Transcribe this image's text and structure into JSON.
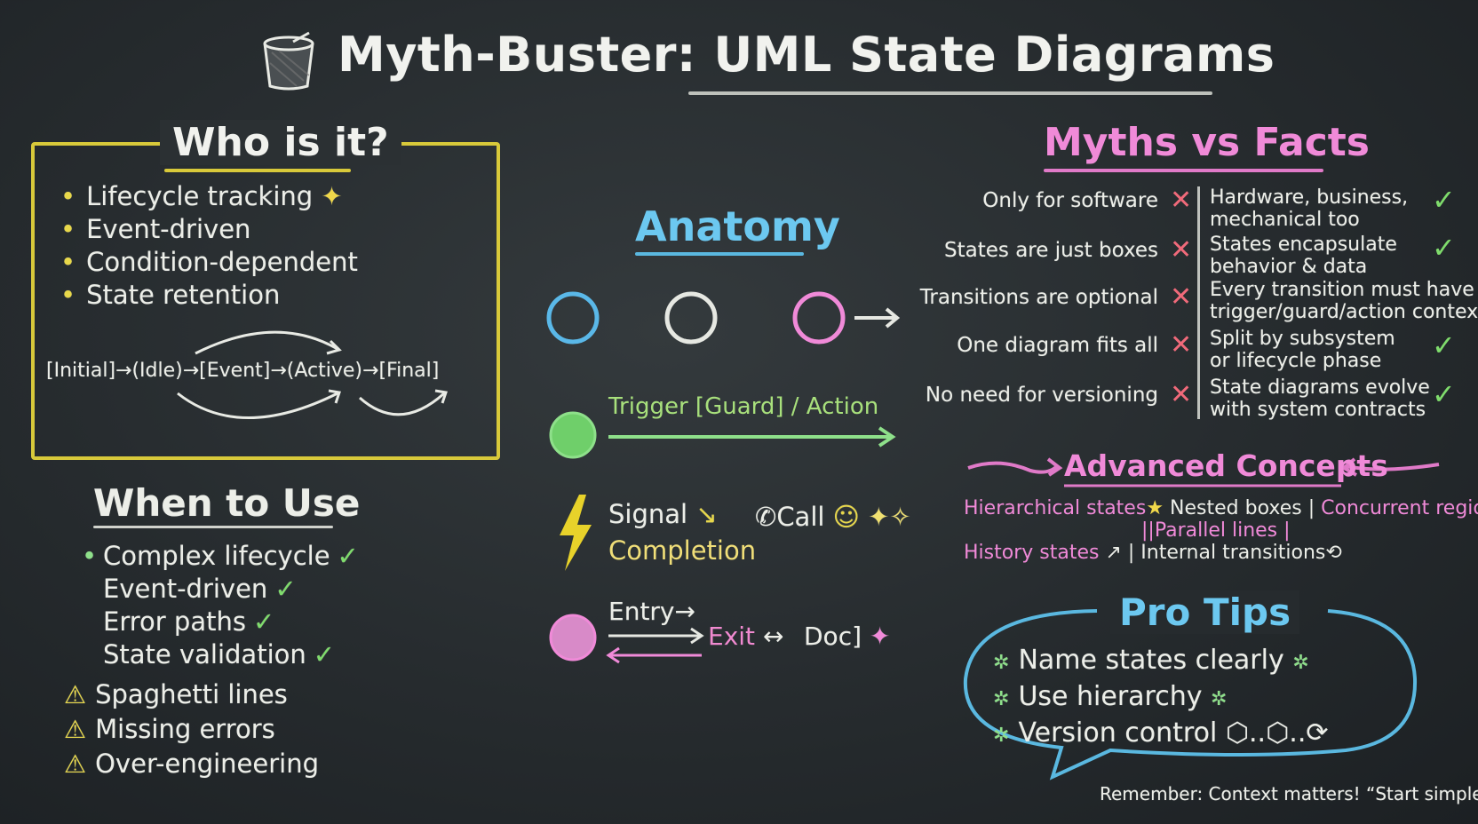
{
  "title": "Myth-Buster: UML State Diagrams",
  "who": {
    "title": "Who is it?",
    "items": [
      "Lifecycle tracking",
      "Event-driven",
      "Condition-dependent",
      "State retention"
    ],
    "flow": "[Initial]→(Idle)→[Event]→(Active)→[Final]"
  },
  "when": {
    "title": "When to Use",
    "items": [
      "Complex lifecycle",
      "Event-driven",
      "Error paths",
      "State validation"
    ],
    "warnings": [
      "Spaghetti lines",
      "Missing errors",
      "Over-engineering"
    ]
  },
  "anatomy": {
    "title": "Anatomy",
    "trigger": "Trigger [Guard] / Action",
    "signal": "Signal",
    "call": "Call",
    "completion": "Completion",
    "entry": "Entry",
    "exit": "Exit",
    "doc": "Doc]"
  },
  "myths": {
    "title": "Myths vs Facts",
    "rows": [
      {
        "myth": "Only for software",
        "fact1": "Hardware, business,",
        "fact2": "mechanical too"
      },
      {
        "myth": "States are just boxes",
        "fact1": "States encapsulate",
        "fact2": "behavior & data"
      },
      {
        "myth": "Transitions are optional",
        "fact1": "Every transition must have",
        "fact2": "trigger/guard/action context"
      },
      {
        "myth": "One diagram fits all",
        "fact1": "Split by subsystem",
        "fact2": "or lifecycle phase"
      },
      {
        "myth": "No need for versioning",
        "fact1": "State diagrams evolve",
        "fact2": "with system contracts"
      }
    ]
  },
  "advanced": {
    "title": "Advanced Concepts",
    "hierarchical": "Hierarchical states",
    "nested": "Nested boxes |",
    "concurrent": "Concurrent regions",
    "parallel": "||Parallel lines |",
    "history": "History states",
    "internal": "| Internal transitions"
  },
  "tips": {
    "title": "Pro Tips",
    "items": [
      "Name states clearly",
      "Use hierarchy",
      "Version control"
    ],
    "remember": "Remember: Context matters!  “Start simple!”"
  },
  "colors": {
    "chalkboard": "#2b3033",
    "yellow": "#d8c93a",
    "pink": "#f08ad8",
    "blue": "#6cc8f0",
    "green": "#7fdc6c",
    "red": "#f06a7a"
  }
}
